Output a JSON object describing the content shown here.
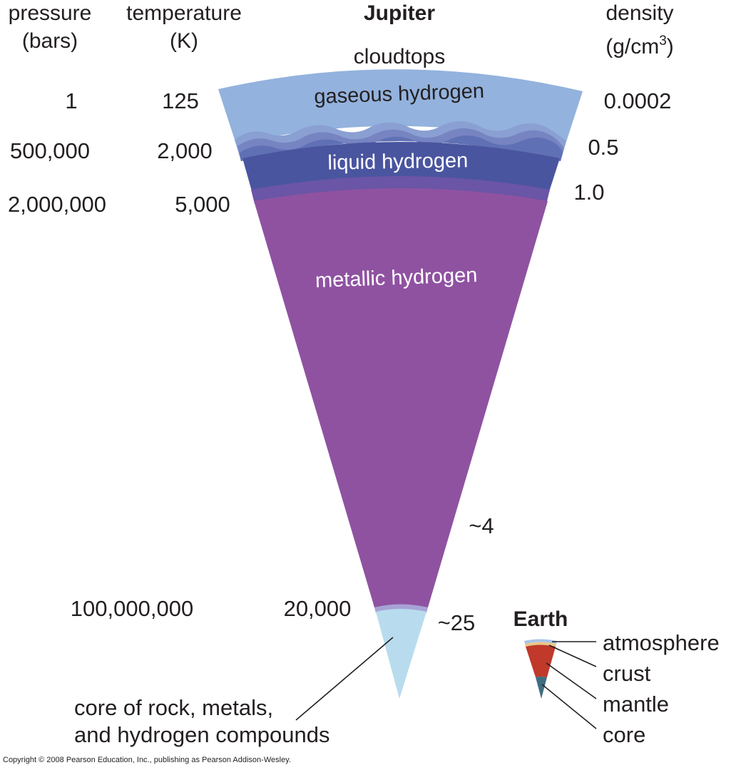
{
  "headers": {
    "pressure": [
      "pressure",
      "(bars)"
    ],
    "temperature": [
      "temperature",
      "(K)"
    ],
    "density_line1": "density",
    "density_line2_prefix": "(g/cm",
    "density_line2_sup": "3",
    "density_line2_suffix": ")"
  },
  "planet_title": "Jupiter",
  "cloudtops": "cloudtops",
  "layers": {
    "gaseous": "gaseous hydrogen",
    "liquid": "liquid hydrogen",
    "metallic": "metallic hydrogen",
    "core": [
      "core of rock, metals,",
      "and hydrogen compounds"
    ]
  },
  "pressures": [
    "1",
    "500,000",
    "2,000,000",
    "100,000,000"
  ],
  "temperatures": [
    "125",
    "2,000",
    "5,000",
    "20,000"
  ],
  "densities": [
    "0.0002",
    "0.5",
    "1.0",
    "~4",
    "~25"
  ],
  "earth": {
    "title": "Earth",
    "labels": [
      "atmosphere",
      "crust",
      "mantle",
      "core"
    ]
  },
  "copyright": "Copyright © 2008 Pearson Education, Inc., publishing as Pearson Addison-Wesley.",
  "colors": {
    "gaseous": "#93b2dd",
    "liquid": "#4a559f",
    "metallic": "#8f52a1",
    "core": "#b8dcee",
    "earth_crust": "#e8c88a",
    "earth_mantle": "#c0392b",
    "earth_core": "#3f6e80"
  }
}
